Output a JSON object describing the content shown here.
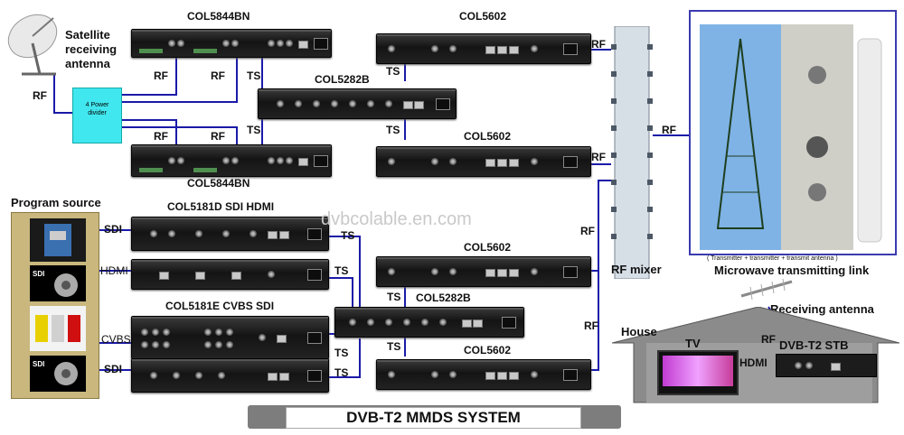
{
  "diagram": {
    "title": "DVB-T2 MMDS SYSTEM",
    "watermark": "dvbcolable.en.com",
    "satellite_label": "Satellite receiving antenna",
    "satellite_label_lines": [
      "Satellite",
      "receiving",
      "antenna"
    ],
    "power_divider_label_lines": [
      "4 Power",
      "divider"
    ],
    "program_source_label": "Program source",
    "rf_mixer_label": "RF mixer",
    "microwave_caption_small": "( Transmitter + transmitter + transmit antenna )",
    "microwave_caption": "Microwave transmitting link",
    "receiving_antenna_label": "Receiving antenna",
    "house_label": "House",
    "tv_label": "TV",
    "stb_label": "DVB-T2 STB",
    "devices": {
      "col5844bn_top": "COL5844BN",
      "col5844bn_bottom": "COL5844BN",
      "col5282b_top": "COL5282B",
      "col5282b_bottom": "COL5282B",
      "col5602_1": "COL5602",
      "col5602_2": "COL5602",
      "col5602_3": "COL5602",
      "col5602_4": "COL5602",
      "col5181d": "COL5181D SDI HDMI",
      "col5181e": "COL5181E CVBS SDI"
    },
    "source_items": [
      "SDI",
      "",
      "",
      "SDI"
    ],
    "link_labels": {
      "rf": "RF",
      "ts": "TS",
      "sdi": "SDI",
      "hdmi": "HDMI",
      "cvbs": "CVBS"
    }
  }
}
